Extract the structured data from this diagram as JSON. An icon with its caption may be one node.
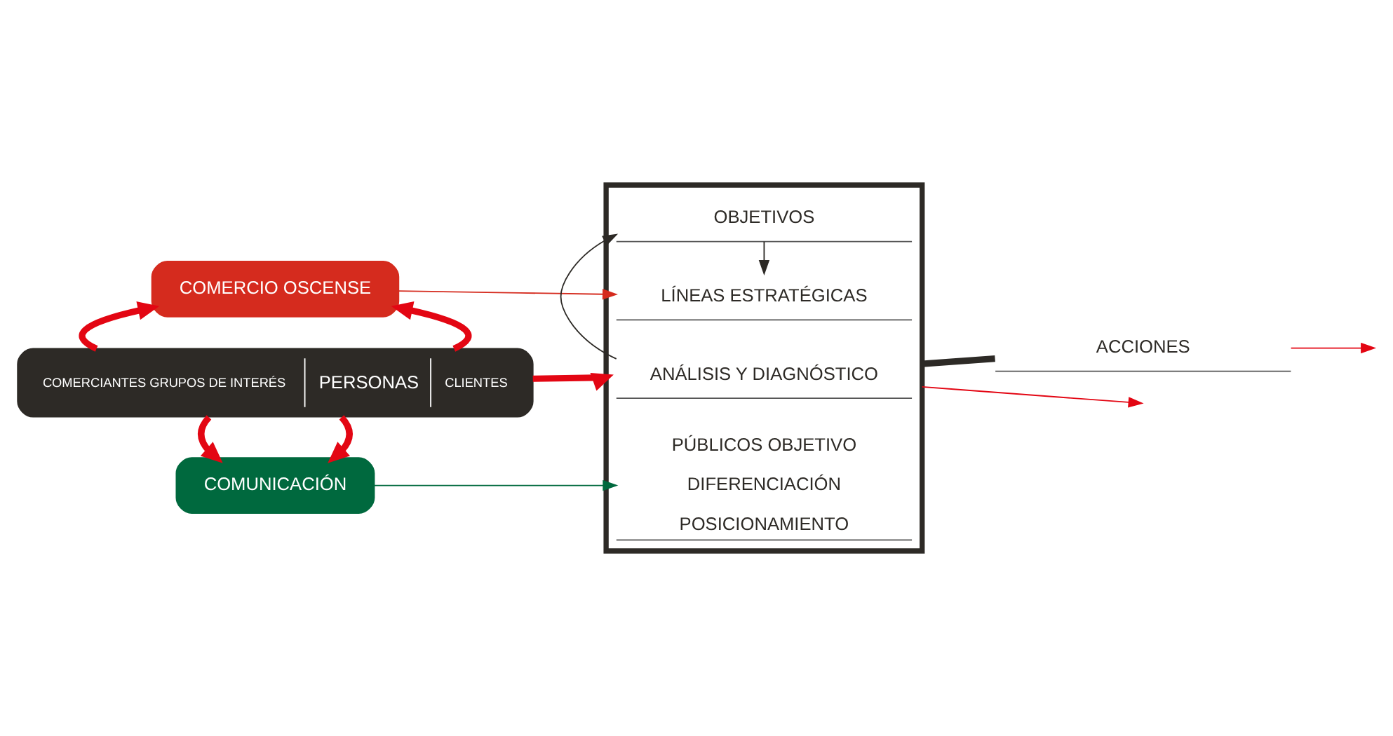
{
  "diagram": {
    "nodes": [
      {
        "text": [
          "COMERCIO OSCENSE"
        ]
      },
      {
        "text": [
          "COMERCIANTES GRUPOS DE INTERÉS",
          "PERSONAS",
          "CLIENTES"
        ]
      },
      {
        "text": [
          "COMUNICACIÓN"
        ]
      },
      {
        "text": [],
        "shape": "box"
      },
      {
        "text": [
          "ANÁLISIS Y DIAGNÓSTICO"
        ],
        "in": 3
      },
      {
        "text": [
          "OBJETIVOS"
        ],
        "in": 3
      },
      {
        "text": [
          "LÍNEAS ESTRATÉGICAS"
        ],
        "in": 3
      },
      {
        "text": [
          "PÚBLICOS OBJETIVO",
          "DIFERENCIACIÓN",
          "POSICIONAMIENTO"
        ],
        "in": 3
      },
      {
        "text": [
          "ACCIONES"
        ]
      }
    ],
    "edges": [
      {
        "from": 1,
        "to": 0,
        "arrow": "to",
        "style": "thick",
        "color": "#e30613"
      },
      {
        "from": 1,
        "to": 0,
        "arrow": "to",
        "style": "thick",
        "color": "#e30613"
      },
      {
        "from": 1,
        "to": 2,
        "arrow": "to",
        "style": "thick",
        "color": "#e30613"
      },
      {
        "from": 1,
        "to": 2,
        "arrow": "to",
        "style": "thick",
        "color": "#e30613"
      },
      {
        "from": 1,
        "to": 3,
        "arrow": "to",
        "style": "thick",
        "color": "#e30613"
      },
      {
        "from": 0,
        "to": 6,
        "arrow": "to",
        "color": "#d52b1e"
      },
      {
        "from": 2,
        "to": 7,
        "arrow": "to",
        "color": "#00693e"
      },
      {
        "from": 4,
        "to": 5,
        "arrow": "to",
        "color": "#2d2a26"
      },
      {
        "from": 5,
        "to": 6,
        "arrow": "to",
        "color": "#2d2a26"
      },
      {
        "from": 3,
        "to": 8,
        "arrow": "none",
        "style": "thick",
        "color": "#2d2a26"
      },
      {
        "from": 3,
        "to": null,
        "arrow": "to",
        "color": "#e30613"
      },
      {
        "from": 8,
        "to": null,
        "arrow": "to",
        "color": "#e30613"
      }
    ]
  }
}
